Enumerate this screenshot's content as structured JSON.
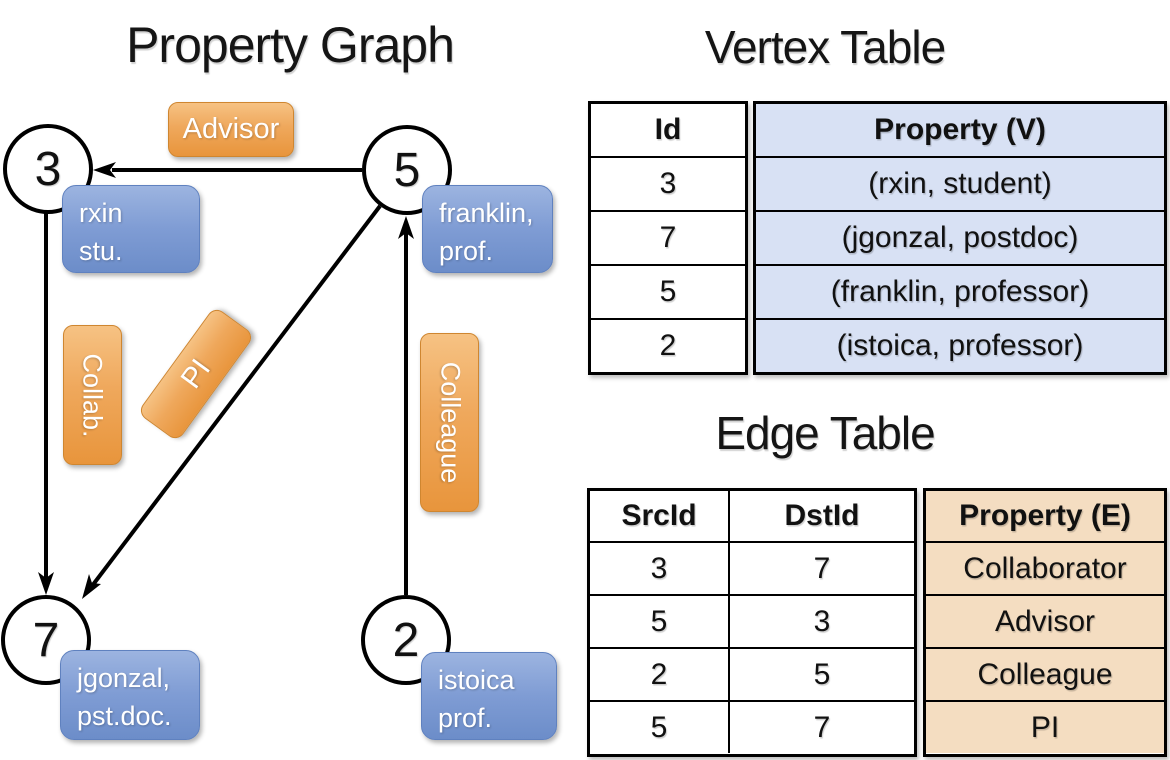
{
  "graph": {
    "title": "Property Graph",
    "nodes": [
      {
        "id": "3",
        "line1": "rxin",
        "line2": "stu."
      },
      {
        "id": "5",
        "line1": "franklin,",
        "line2": "prof."
      },
      {
        "id": "7",
        "line1": "jgonzal,",
        "line2": "pst.doc."
      },
      {
        "id": "2",
        "line1": "istoica",
        "line2": "prof."
      }
    ],
    "edge_labels": {
      "advisor": "Advisor",
      "collab": "Collab.",
      "pi": "PI",
      "colleague": "Colleague"
    }
  },
  "vertex_table": {
    "title": "Vertex Table",
    "col_id": "Id",
    "col_property": "Property (V)",
    "rows": [
      {
        "id": "3",
        "property": "(rxin, student)"
      },
      {
        "id": "7",
        "property": "(jgonzal, postdoc)"
      },
      {
        "id": "5",
        "property": "(franklin, professor)"
      },
      {
        "id": "2",
        "property": "(istoica, professor)"
      }
    ]
  },
  "edge_table": {
    "title": "Edge Table",
    "col_src": "SrcId",
    "col_dst": "DstId",
    "col_property": "Property (E)",
    "rows": [
      {
        "src": "3",
        "dst": "7",
        "property": "Collaborator"
      },
      {
        "src": "5",
        "dst": "3",
        "property": "Advisor"
      },
      {
        "src": "2",
        "dst": "5",
        "property": "Colleague"
      },
      {
        "src": "5",
        "dst": "7",
        "property": "PI"
      }
    ]
  },
  "colors": {
    "edge_label_orange": "#ee9f4c",
    "vertex_label_blue": "#7f9cd4",
    "vertex_cell_fill": "#d8e1f4",
    "edge_cell_fill": "#f4ddc1",
    "line_black": "#000000"
  }
}
